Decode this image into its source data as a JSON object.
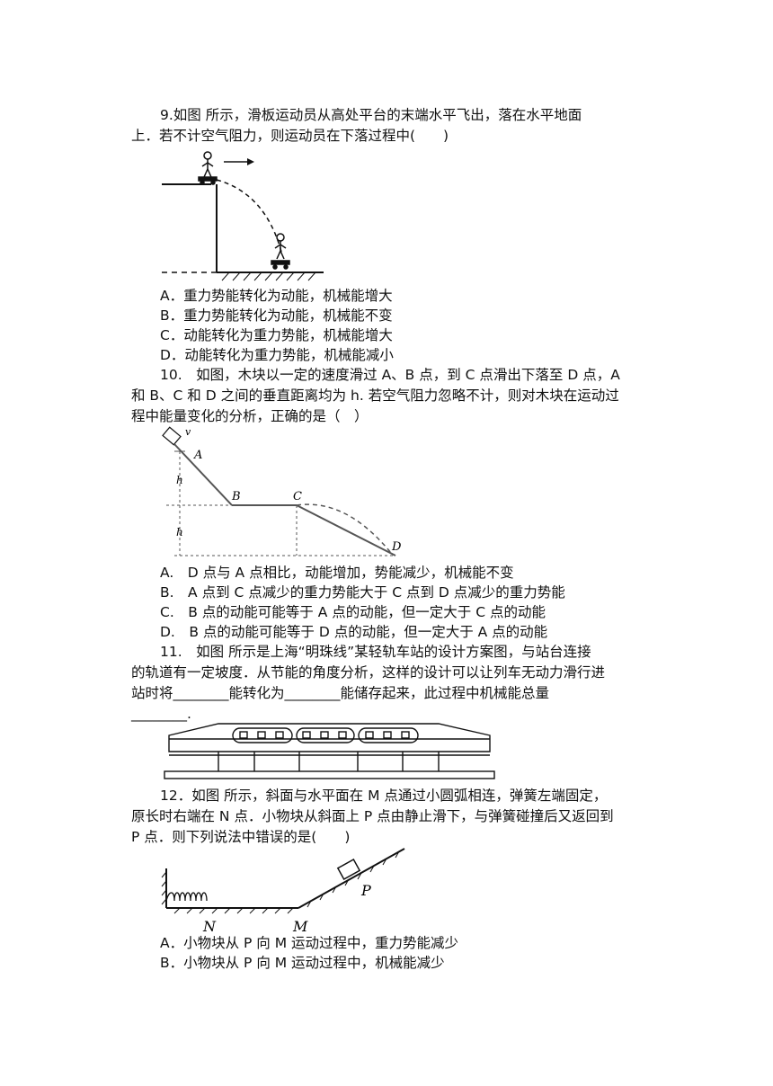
{
  "q9": {
    "stem_l1": "9.如图 所示，滑板运动员从高处平台的末端水平飞出，落在水平地面",
    "stem_l2": "上．若不计空气阻力，则运动员在下落过程中(　　)",
    "options": [
      "A．重力势能转化为动能，机械能增大",
      "B．重力势能转化为动能，机械能不变",
      "C．动能转化为重力势能，机械能增大",
      "D．动能转化为重力势能，机械能减小"
    ]
  },
  "q10": {
    "stem_l1": "10.　如图，木块以一定的速度滑过 A、B 点，到 C 点滑出下落至 D 点，A",
    "stem_l2": "和 B、C 和 D 之间的垂直距离均为 h. 若空气阻力忽略不计，则对木块在运动过",
    "stem_l3": "程中能量变化的分析，正确的是（　）",
    "figure_labels": {
      "v": "v",
      "A": "A",
      "B": "B",
      "C": "C",
      "D": "D",
      "h1": "h",
      "h2": "h"
    },
    "options": [
      "A.　D 点与 A 点相比，动能增加，势能减少，机械能不变",
      "B.　A 点到 C 点减少的重力势能大于 C 点到 D 点减少的重力势能",
      "C.　B 点的动能可能等于 A 点的动能，但一定大于 C 点的动能",
      "D.　B 点的动能可能等于 D 点的动能，但一定大于 A 点的动能"
    ]
  },
  "q11": {
    "stem_l1": "11.　如图 所示是上海“明珠线”某轻轨车站的设计方案图，与站台连接",
    "stem_l2": "的轨道有一定坡度．从节能的角度分析，这样的设计可以让列车无动力滑行进",
    "stem_l3": "站时将________能转化为________能储存起来，此过程中机械能总量",
    "stem_l4": "________."
  },
  "q12": {
    "stem_l1": "12．如图 所示，斜面与水平面在 M 点通过小圆弧相连，弹簧左端固定，",
    "stem_l2": "原长时右端在 N 点．小物块从斜面上 P 点由静止滑下，与弹簧碰撞后又返回到",
    "stem_l3": "P 点．则下列说法中错误的是(　　)",
    "figure_labels": {
      "N": "N",
      "M": "M",
      "P": "P"
    },
    "options": [
      "A．小物块从 P 向 M 运动过程中，重力势能减少",
      "B．小物块从 P 向 M 运动过程中，机械能减少"
    ]
  }
}
